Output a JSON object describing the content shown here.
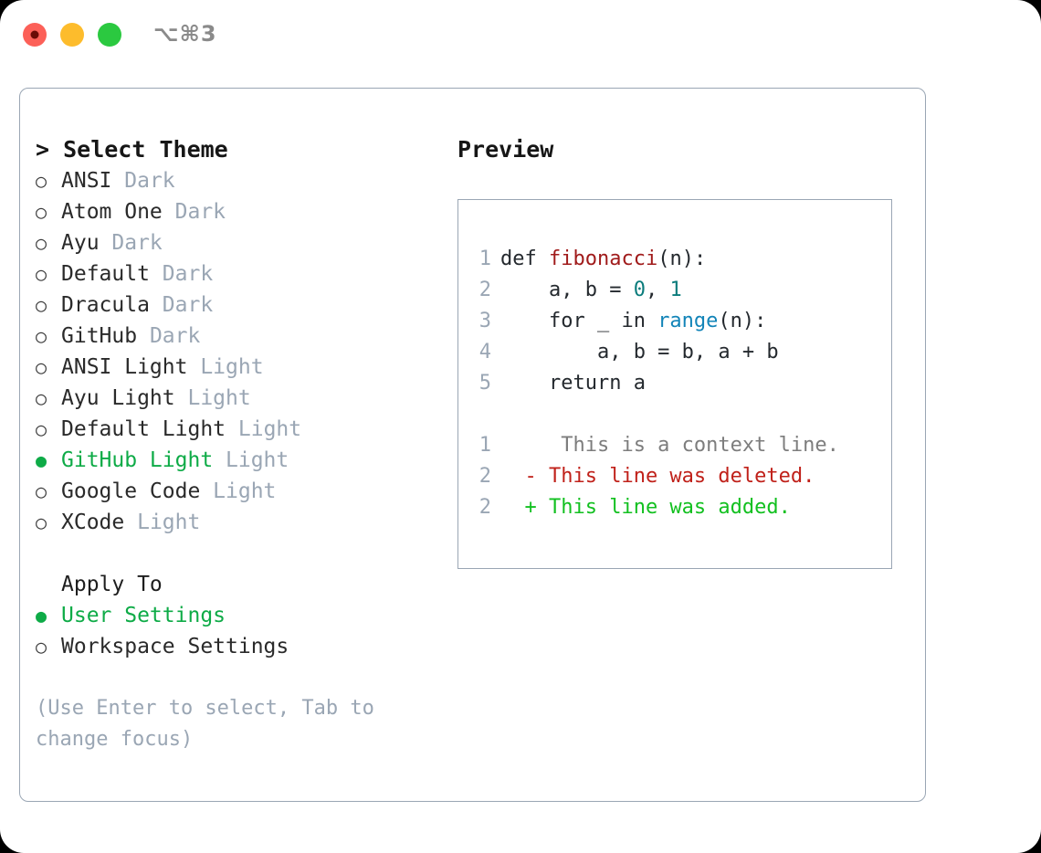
{
  "titlebar": {
    "shortcut": "⌥⌘3",
    "lights": [
      "close-red",
      "minimize-yellow",
      "maximize-green"
    ]
  },
  "left": {
    "header": "> Select Theme",
    "themes": [
      {
        "marker": "○",
        "name": "ANSI",
        "variant": "Dark",
        "selected": false
      },
      {
        "marker": "○",
        "name": "Atom One",
        "variant": "Dark",
        "selected": false
      },
      {
        "marker": "○",
        "name": "Ayu",
        "variant": "Dark",
        "selected": false
      },
      {
        "marker": "○",
        "name": "Default",
        "variant": "Dark",
        "selected": false
      },
      {
        "marker": "○",
        "name": "Dracula",
        "variant": "Dark",
        "selected": false
      },
      {
        "marker": "○",
        "name": "GitHub",
        "variant": "Dark",
        "selected": false
      },
      {
        "marker": "○",
        "name": "ANSI Light",
        "variant": "Light",
        "selected": false
      },
      {
        "marker": "○",
        "name": "Ayu Light",
        "variant": "Light",
        "selected": false
      },
      {
        "marker": "○",
        "name": "Default Light",
        "variant": "Light",
        "selected": false
      },
      {
        "marker": "●",
        "name": "GitHub Light",
        "variant": "Light",
        "selected": true
      },
      {
        "marker": "○",
        "name": "Google Code",
        "variant": "Light",
        "selected": false
      },
      {
        "marker": "○",
        "name": "XCode",
        "variant": "Light",
        "selected": false
      }
    ],
    "apply_to": {
      "title": "Apply To",
      "options": [
        {
          "marker": "●",
          "label": "User Settings",
          "selected": true
        },
        {
          "marker": "○",
          "label": "Workspace Settings",
          "selected": false
        }
      ]
    },
    "hint": "(Use Enter to select, Tab to change focus)"
  },
  "right": {
    "title": "Preview",
    "code_lines": [
      {
        "no": "1",
        "tokens": [
          {
            "text": "def ",
            "kind": "kw"
          },
          {
            "text": "fibonacci",
            "kind": "fn"
          },
          {
            "text": "(n):",
            "kind": "plain"
          }
        ]
      },
      {
        "no": "2",
        "tokens": [
          {
            "text": "    a, b = ",
            "kind": "plain"
          },
          {
            "text": "0",
            "kind": "num"
          },
          {
            "text": ", ",
            "kind": "plain"
          },
          {
            "text": "1",
            "kind": "num"
          }
        ]
      },
      {
        "no": "3",
        "tokens": [
          {
            "text": "    for _ in ",
            "kind": "plain"
          },
          {
            "text": "range",
            "kind": "call"
          },
          {
            "text": "(n):",
            "kind": "plain"
          }
        ]
      },
      {
        "no": "4",
        "tokens": [
          {
            "text": "        a, b = b, a + b",
            "kind": "plain"
          }
        ]
      },
      {
        "no": "5",
        "tokens": [
          {
            "text": "    return a",
            "kind": "plain"
          }
        ]
      }
    ],
    "diff_lines": [
      {
        "no": "1",
        "marker": " ",
        "text": "  This is a context line.",
        "kind": "ctx"
      },
      {
        "no": "2",
        "marker": "-",
        "text": " This line was deleted.",
        "kind": "del"
      },
      {
        "no": "2",
        "marker": "+",
        "text": " This line was added.",
        "kind": "add"
      }
    ]
  },
  "colors": {
    "accent_green": "#0eab47",
    "muted": "#9aa6b4",
    "border": "#9aa6b4",
    "diff_add": "#12c020",
    "diff_del": "#c0211a",
    "syntax_function": "#a01b1b",
    "syntax_number": "#0b7c7c",
    "syntax_call": "#1284b8"
  }
}
